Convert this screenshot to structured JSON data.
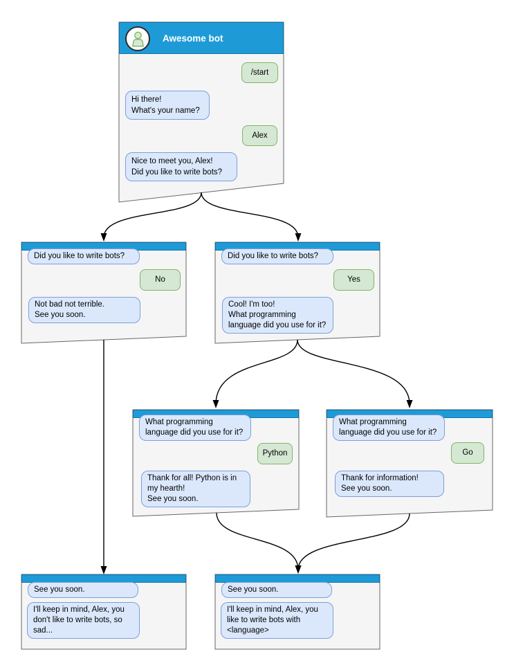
{
  "diagram_title": "Chat bot conversation flow",
  "colors": {
    "header-blue": "#1e9bd7",
    "header-stroke": "#0f72a8",
    "window-fill": "#f5f5f5",
    "window-stroke": "#666666",
    "bot-fill": "#dbe8fc",
    "bot-stroke": "#7c9ed9",
    "user-fill": "#d5e8d4",
    "user-stroke": "#82b366",
    "arrow": "#000000",
    "avatar-stroke": "#2b2b2b"
  },
  "windows": {
    "main": {
      "title": "Awesome bot",
      "avatar": "person-icon",
      "messages": [
        {
          "from": "user",
          "text": "/start"
        },
        {
          "from": "bot",
          "text": "Hi there!\nWhat's your name?"
        },
        {
          "from": "user",
          "text": "Alex"
        },
        {
          "from": "bot",
          "text": "Nice to meet you, Alex!\nDid you like to write bots?"
        }
      ]
    },
    "branch_no": {
      "messages": [
        {
          "from": "bot",
          "text": "Did you like to write bots?"
        },
        {
          "from": "user",
          "text": "No"
        },
        {
          "from": "bot",
          "text": "Not bad not terrible.\nSee you soon."
        }
      ]
    },
    "branch_yes": {
      "messages": [
        {
          "from": "bot",
          "text": "Did you like to write bots?"
        },
        {
          "from": "user",
          "text": "Yes"
        },
        {
          "from": "bot",
          "text": "Cool! I'm too!\nWhat programming\nlanguage did you use for it?"
        }
      ]
    },
    "lang_python": {
      "messages": [
        {
          "from": "bot",
          "text": "What programming\nlanguage did you use for it?"
        },
        {
          "from": "user",
          "text": "Python"
        },
        {
          "from": "bot",
          "text": "Thank for all! Python is in\nmy hearth!\nSee you soon."
        }
      ]
    },
    "lang_go": {
      "messages": [
        {
          "from": "bot",
          "text": "What programming\nlanguage did you use for it?"
        },
        {
          "from": "user",
          "text": "Go"
        },
        {
          "from": "bot",
          "text": "Thank for information!\nSee you soon."
        }
      ]
    },
    "end_no": {
      "messages": [
        {
          "from": "bot",
          "text": "See you soon."
        },
        {
          "from": "bot",
          "text": "I'll keep in mind, Alex, you\ndon't like to write bots, so\nsad..."
        }
      ]
    },
    "end_yes": {
      "messages": [
        {
          "from": "bot",
          "text": "See you soon."
        },
        {
          "from": "bot",
          "text": "I'll keep in mind, Alex, you\nlike to write bots with\n<language>"
        }
      ]
    }
  }
}
